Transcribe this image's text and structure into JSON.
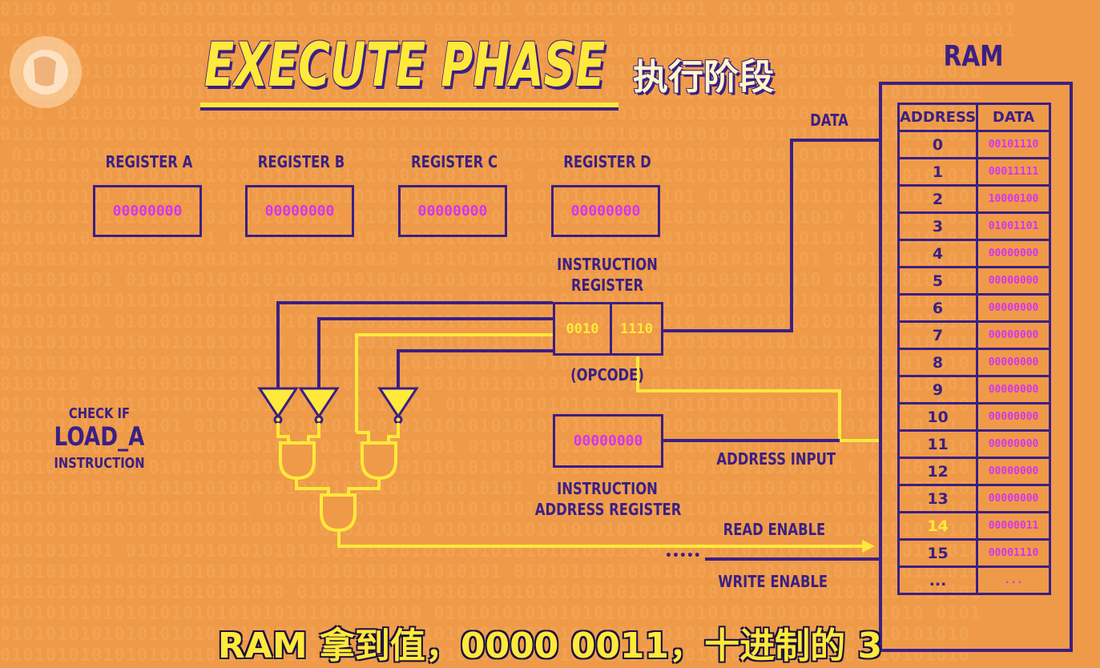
{
  "title": "EXECUTE PHASE",
  "title_cn": "执行阶段",
  "registers": [
    {
      "label": "REGISTER A",
      "value": "00000000"
    },
    {
      "label": "REGISTER B",
      "value": "00000000"
    },
    {
      "label": "REGISTER C",
      "value": "00000000"
    },
    {
      "label": "REGISTER D",
      "value": "00000000"
    }
  ],
  "instruction_register": {
    "label_line1": "INSTRUCTION",
    "label_line2": "REGISTER",
    "opcode": "0010",
    "address": "1110",
    "opcode_label": "(OPCODE)"
  },
  "instruction_address_register": {
    "value": "00000000",
    "label_line1": "INSTRUCTION",
    "label_line2": "ADDRESS REGISTER"
  },
  "check": {
    "line1": "CHECK IF",
    "line2": "LOAD_A",
    "line3": "INSTRUCTION"
  },
  "signals": {
    "data": "DATA",
    "address_input": "ADDRESS INPUT",
    "read_enable": "READ ENABLE",
    "write_enable": "WRITE ENABLE",
    "dots": "•••••"
  },
  "ram": {
    "title": "RAM",
    "col_address": "ADDRESS",
    "col_data": "DATA",
    "rows": [
      {
        "address": "0",
        "data": "00101110"
      },
      {
        "address": "1",
        "data": "00011111"
      },
      {
        "address": "2",
        "data": "10000100"
      },
      {
        "address": "3",
        "data": "01001101"
      },
      {
        "address": "4",
        "data": "00000000"
      },
      {
        "address": "5",
        "data": "00000000"
      },
      {
        "address": "6",
        "data": "00000000"
      },
      {
        "address": "7",
        "data": "00000000"
      },
      {
        "address": "8",
        "data": "00000000"
      },
      {
        "address": "9",
        "data": "00000000"
      },
      {
        "address": "10",
        "data": "00000000"
      },
      {
        "address": "11",
        "data": "00000000"
      },
      {
        "address": "12",
        "data": "00000000"
      },
      {
        "address": "13",
        "data": "00000000"
      },
      {
        "address": "14",
        "data": "00000011"
      },
      {
        "address": "15",
        "data": "00001110"
      },
      {
        "address": "...",
        "data": "..."
      }
    ],
    "highlight_address": "14"
  },
  "subtitle": "RAM 拿到值，0000 0011，十进制的 3",
  "colors": {
    "background": "#ef9a48",
    "ink": "#3a1f86",
    "accent": "#ffe93b",
    "value": "#d235f0"
  }
}
